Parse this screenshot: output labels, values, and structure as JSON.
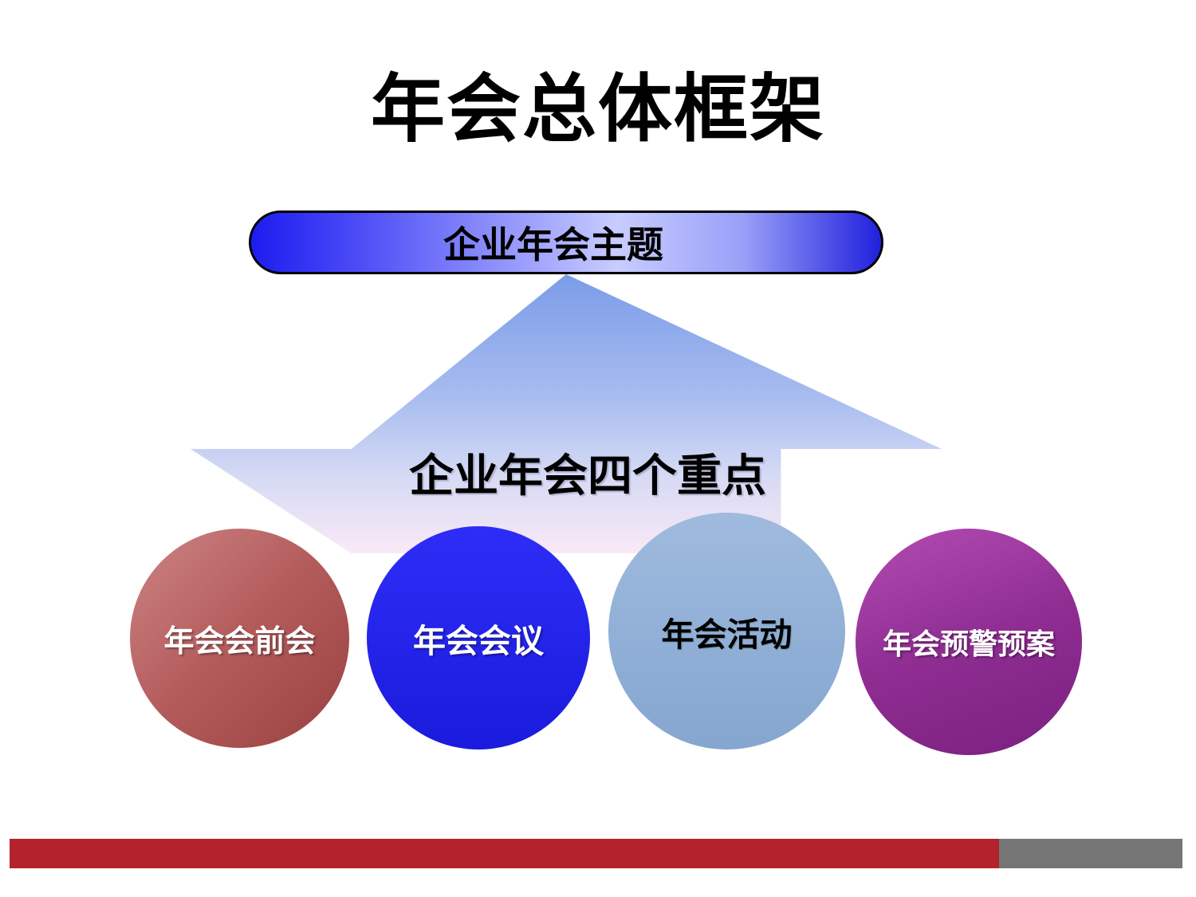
{
  "title": "年会总体框架",
  "pill": {
    "label": "企业年会主题",
    "gradient_angle": 90,
    "gradient_colors": [
      "#1c1cf0",
      "#4343f6",
      "#c8ccff",
      "#9aa0f8",
      "#2020dd"
    ],
    "gradient_stops": [
      0,
      14,
      58,
      78,
      100
    ],
    "border_color": "#000000",
    "text_color": "#000000"
  },
  "arrow": {
    "label": "企业年会四个重点",
    "gradient_angle": 180,
    "gradient_colors": [
      "#7b9ce8",
      "#a9bdf0",
      "#d5daf4",
      "#f9e9f6"
    ],
    "gradient_stops": [
      0,
      45,
      72,
      100
    ],
    "text_color": "#000000"
  },
  "circles": [
    {
      "label": "年会会前会",
      "text_color": "#ffffff",
      "layers": [
        {
          "inset": 0,
          "angle": 135,
          "colors": [
            "#cd8484",
            "#b35b5b",
            "#9a4040"
          ]
        },
        {
          "inset": 17,
          "colors": [
            "#8d3b3b"
          ]
        },
        {
          "inset": 26,
          "angle": 180,
          "colors": [
            "#451c1c",
            "#6b2e2e",
            "#a85252"
          ]
        }
      ]
    },
    {
      "label": "年会会议",
      "text_color": "#ffffff",
      "layers": [
        {
          "inset": 0,
          "angle": 180,
          "colors": [
            "#2d2df7",
            "#1b1bdd"
          ]
        },
        {
          "inset": 25,
          "colors": [
            "#03037a"
          ]
        },
        {
          "inset": 30,
          "angle": 180,
          "colors": [
            "#00005c",
            "#0d0d92",
            "#1e1ec8"
          ]
        }
      ]
    },
    {
      "label": "年会活动",
      "text_color": "#000000",
      "layers": [
        {
          "inset": 0,
          "angle": 180,
          "colors": [
            "#9fbade",
            "#85a6cf"
          ]
        },
        {
          "inset": 20,
          "colors": [
            "#47699f"
          ]
        },
        {
          "inset": 34,
          "angle": 160,
          "colors": [
            "#25b059",
            "#1b9d4b"
          ]
        }
      ]
    },
    {
      "label": "年会预警预案",
      "text_color": "#ffffff",
      "layers": [
        {
          "inset": 0,
          "angle": 160,
          "colors": [
            "#b34cb3",
            "#8f2d92",
            "#7a2080"
          ]
        },
        {
          "inset": 17,
          "colors": [
            "#c9c9c9"
          ]
        },
        {
          "inset": 25,
          "colors": [
            "#4a1052"
          ]
        },
        {
          "inset": 30,
          "angle": 180,
          "colors": [
            "#7f4cb0",
            "#6d3c9e"
          ]
        }
      ]
    }
  ],
  "footer": {
    "bar_red": "#b4232c",
    "bar_gray": "#757575"
  }
}
